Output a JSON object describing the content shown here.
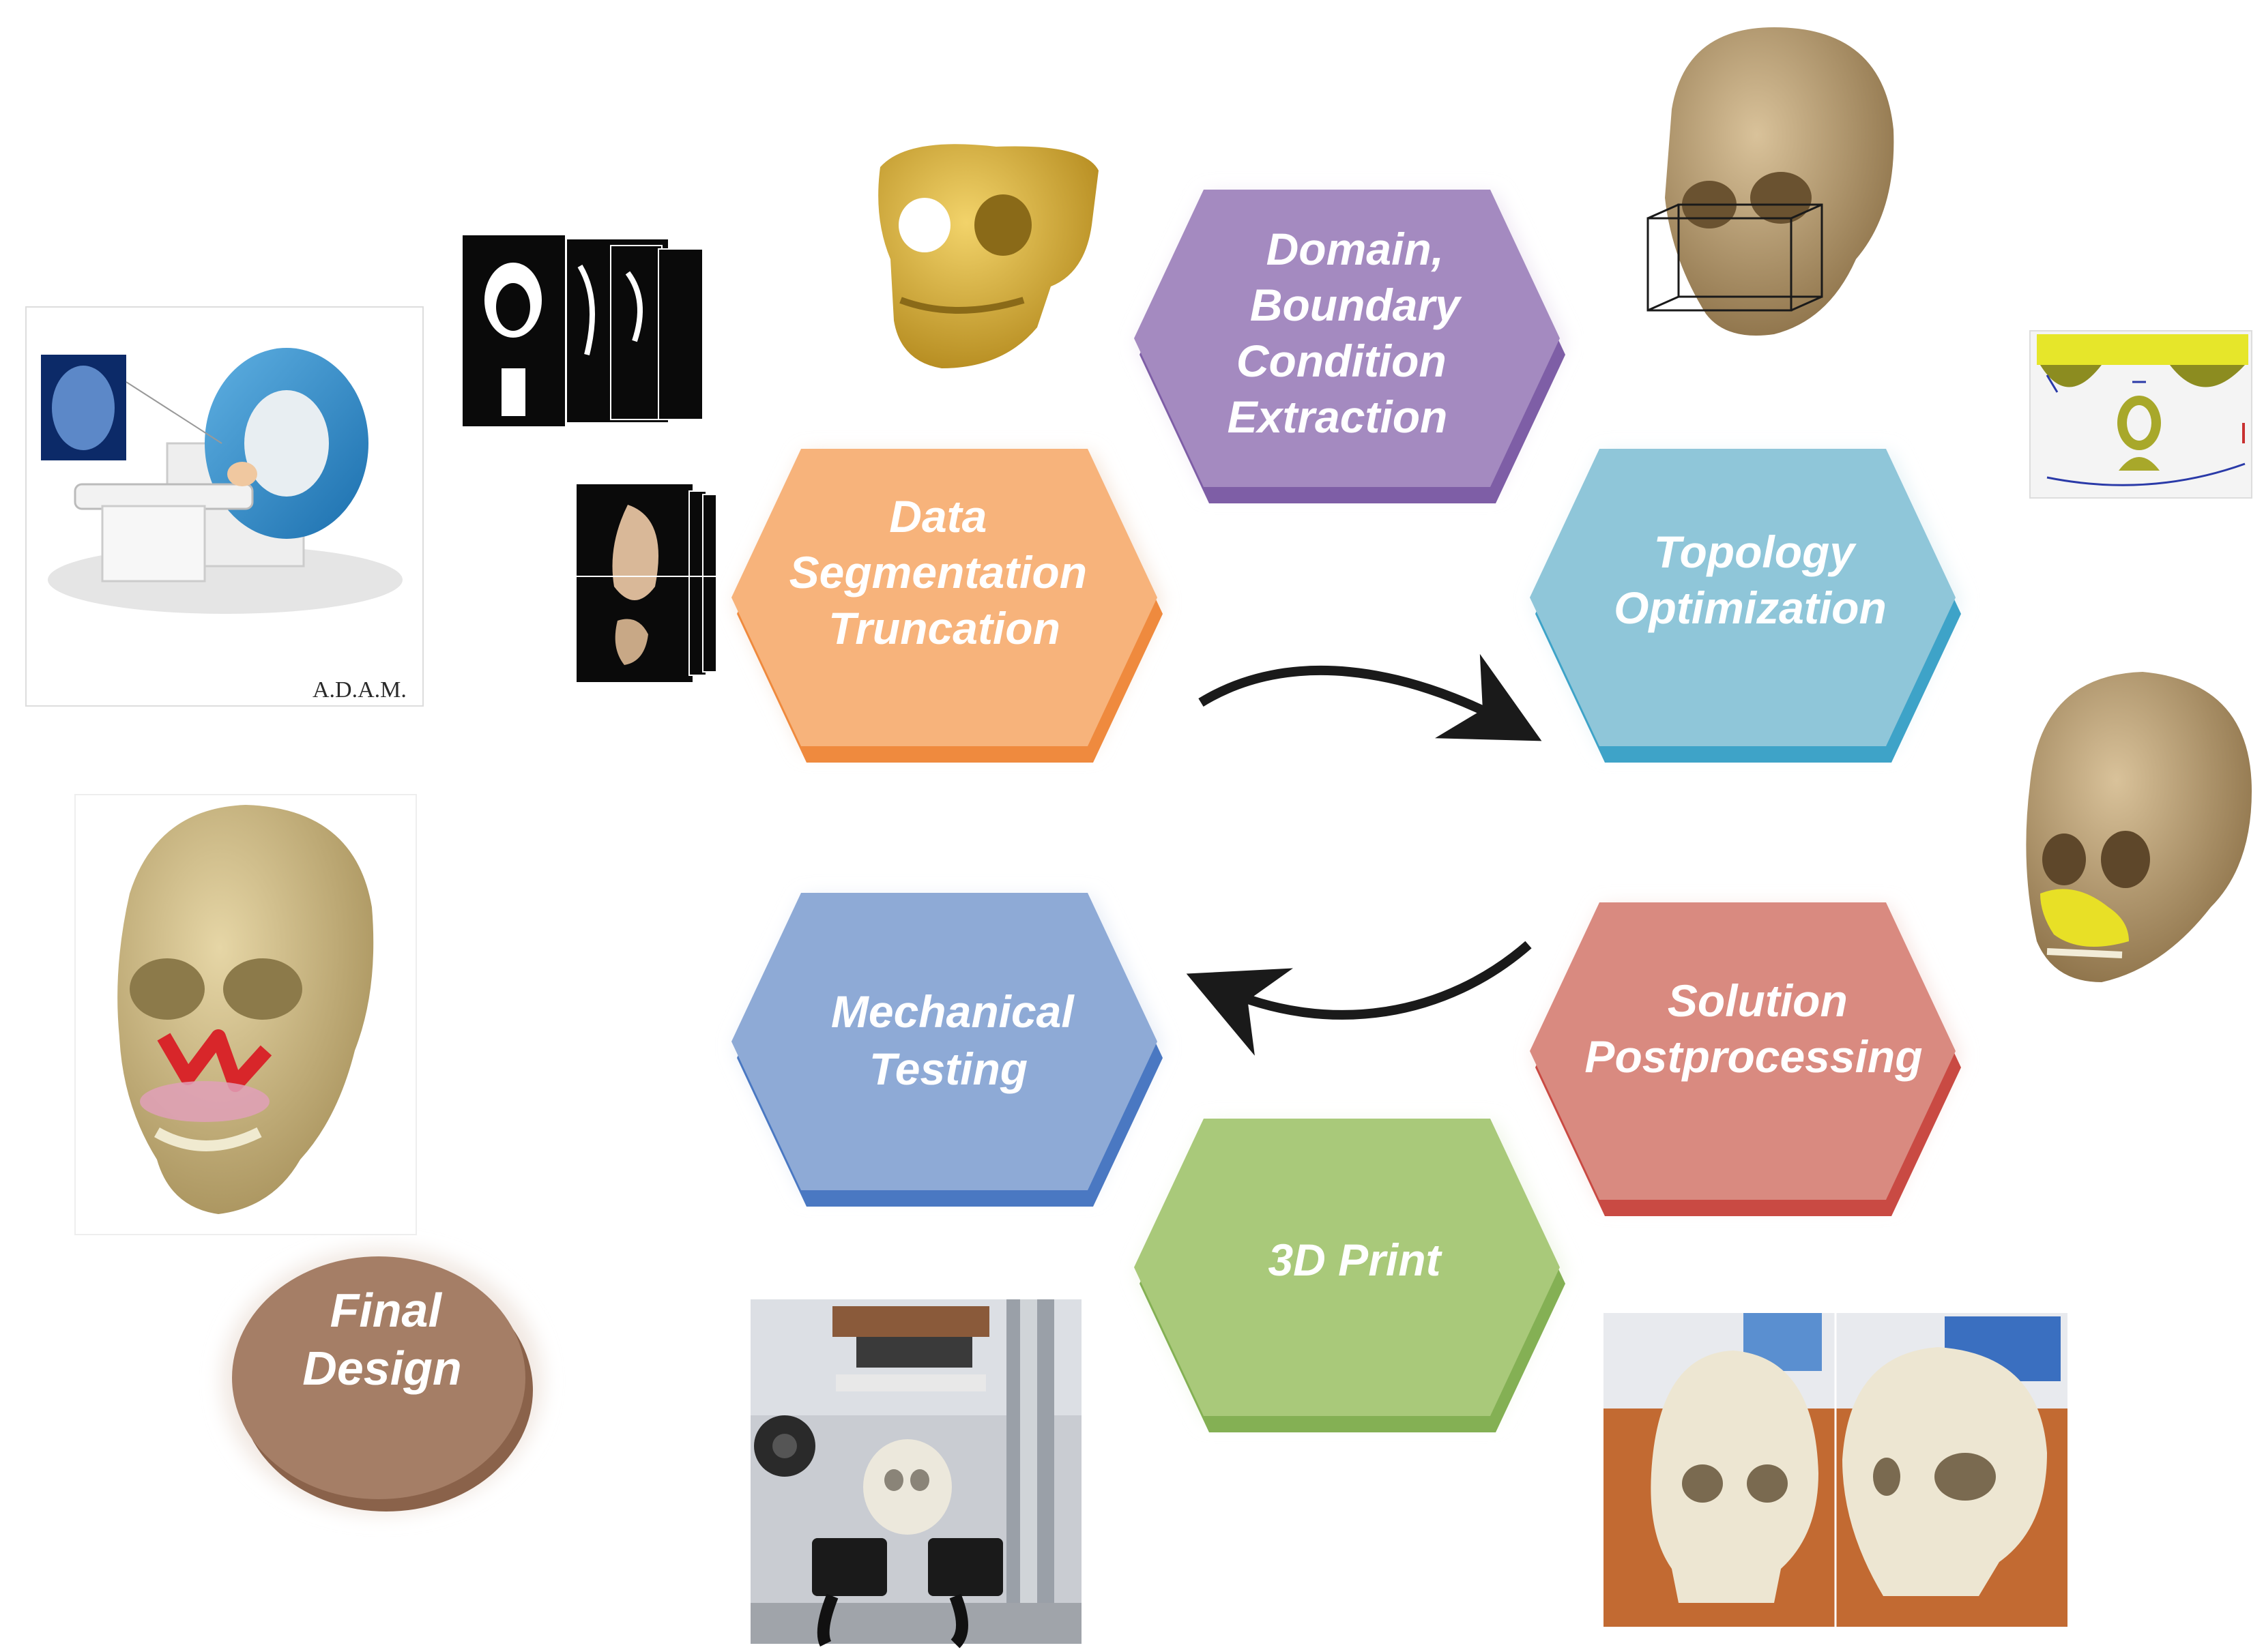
{
  "steps": {
    "segmentation": {
      "lines": [
        "Data",
        "Segmentation",
        "Truncation"
      ],
      "color": "#f7b37b",
      "shade": "#ef8a3e"
    },
    "domain": {
      "lines": [
        "Domain,",
        "Boundary",
        "Condition",
        "Extraction"
      ],
      "color": "#a48ac0",
      "shade": "#7e5ea6"
    },
    "topology": {
      "lines": [
        "Topology",
        "Optimization"
      ],
      "color": "#8fc6d9",
      "shade": "#3ea3c8"
    },
    "postprocessing": {
      "lines": [
        "Solution",
        "Postprocessing"
      ],
      "color": "#d98a80",
      "shade": "#c94a43"
    },
    "print": {
      "lines": [
        "3D Print"
      ],
      "color": "#a9c97a",
      "shade": "#84b054"
    },
    "testing": {
      "lines": [
        "Mechanical",
        "Testing"
      ],
      "color": "#8eaad6",
      "shade": "#4a78c2"
    }
  },
  "final": {
    "lines": [
      "Final",
      "Design"
    ],
    "color": "#a57e66",
    "shade": "#8a624a"
  },
  "images": {
    "mri_scanner": {
      "caption": "A.D.A.M.",
      "icon": "mri-scanner-icon"
    },
    "ct_slices": {
      "icon": "ct-slices-icon"
    },
    "volume_slices": {
      "icon": "volume-slices-icon"
    },
    "segmented_skull": {
      "icon": "segmented-skull-icon"
    },
    "skull_bounding_box": {
      "icon": "skull-box-icon"
    },
    "topology_block": {
      "icon": "topology-block-icon"
    },
    "skull_with_implant": {
      "icon": "skull-implant-icon"
    },
    "final_skull": {
      "icon": "final-skull-icon"
    },
    "test_rig": {
      "icon": "test-rig-photo-icon"
    },
    "printed_skulls": {
      "icon": "printed-skulls-photo-icon"
    }
  },
  "arrows": {
    "top": "clockwise-arrow-icon",
    "bottom": "return-arrow-icon"
  }
}
